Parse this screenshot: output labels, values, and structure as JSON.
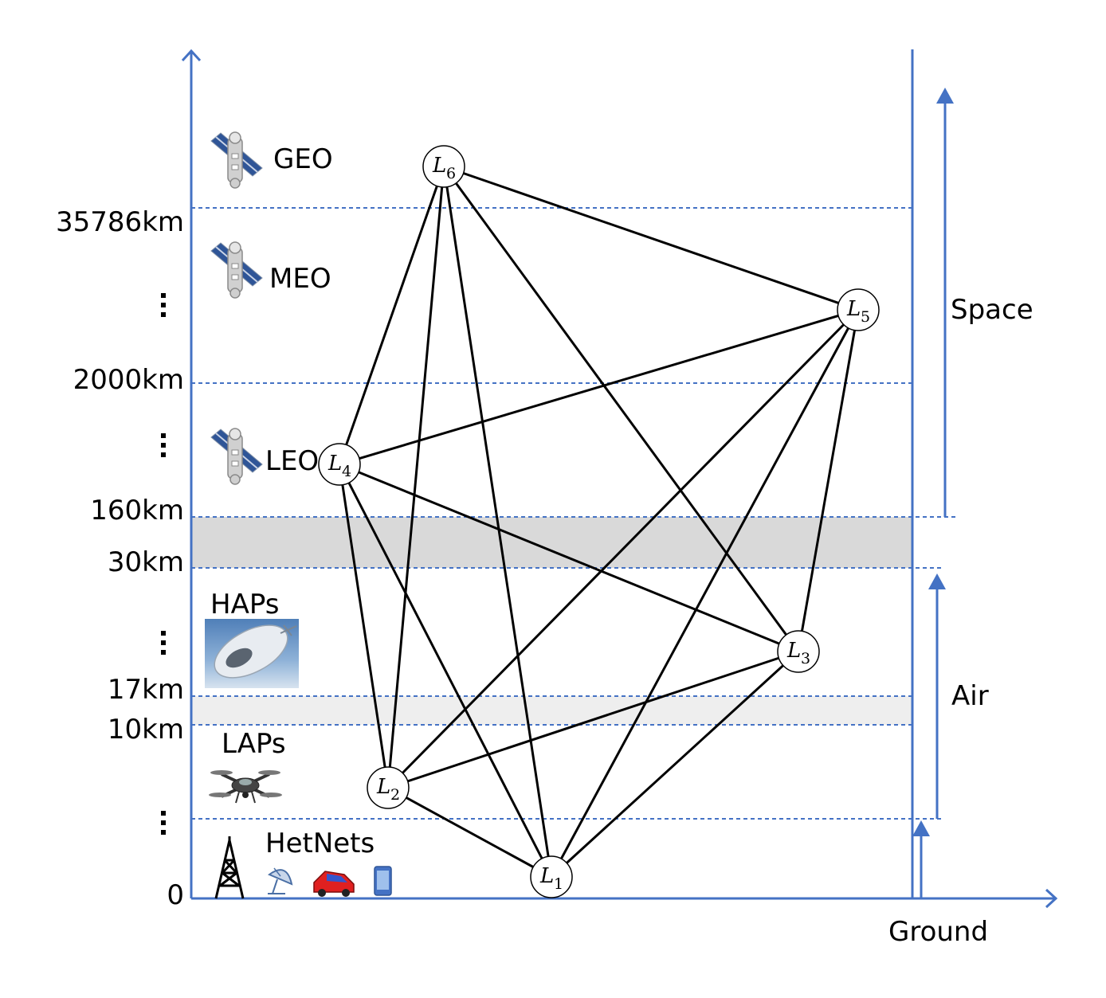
{
  "colors": {
    "axis": "#4472c4",
    "band_dark": "#d9d9d9",
    "band_light": "#eeeeee",
    "edge": "#000000"
  },
  "altitudes": [
    {
      "id": "geo-boundary",
      "label": "35786km"
    },
    {
      "id": "leo-top",
      "label": "2000km"
    },
    {
      "id": "space-boundary",
      "label": "160km"
    },
    {
      "id": "air-boundary",
      "label": "30km"
    },
    {
      "id": "hap-bottom",
      "label": "17km"
    },
    {
      "id": "lap-top",
      "label": "10km"
    },
    {
      "id": "ground-level",
      "label": "0"
    }
  ],
  "layers": {
    "geo": {
      "label": "GEO",
      "icon": "satellite-icon"
    },
    "meo": {
      "label": "MEO",
      "icon": "satellite-icon"
    },
    "leo": {
      "label": "LEO",
      "icon": "satellite-icon"
    },
    "haps": {
      "label": "HAPs",
      "icon": "airship-icon"
    },
    "laps": {
      "label": "LAPs",
      "icon": "drone-icon"
    },
    "hetnets": {
      "label": "HetNets",
      "icons": [
        "cell-tower-icon",
        "satellite-dish-icon",
        "car-icon",
        "phone-icon"
      ]
    }
  },
  "regions": {
    "space": "Space",
    "air": "Air",
    "ground": "Ground"
  },
  "nodes": [
    {
      "id": "L1",
      "main": "L",
      "sub": "1"
    },
    {
      "id": "L2",
      "main": "L",
      "sub": "2"
    },
    {
      "id": "L3",
      "main": "L",
      "sub": "3"
    },
    {
      "id": "L4",
      "main": "L",
      "sub": "4"
    },
    {
      "id": "L5",
      "main": "L",
      "sub": "5"
    },
    {
      "id": "L6",
      "main": "L",
      "sub": "6"
    }
  ],
  "edges": [
    [
      "L6",
      "L4"
    ],
    [
      "L6",
      "L5"
    ],
    [
      "L6",
      "L2"
    ],
    [
      "L6",
      "L1"
    ],
    [
      "L6",
      "L3"
    ],
    [
      "L5",
      "L4"
    ],
    [
      "L5",
      "L2"
    ],
    [
      "L5",
      "L1"
    ],
    [
      "L5",
      "L3"
    ],
    [
      "L4",
      "L2"
    ],
    [
      "L4",
      "L1"
    ],
    [
      "L4",
      "L3"
    ],
    [
      "L2",
      "L3"
    ],
    [
      "L2",
      "L1"
    ],
    [
      "L3",
      "L1"
    ]
  ]
}
